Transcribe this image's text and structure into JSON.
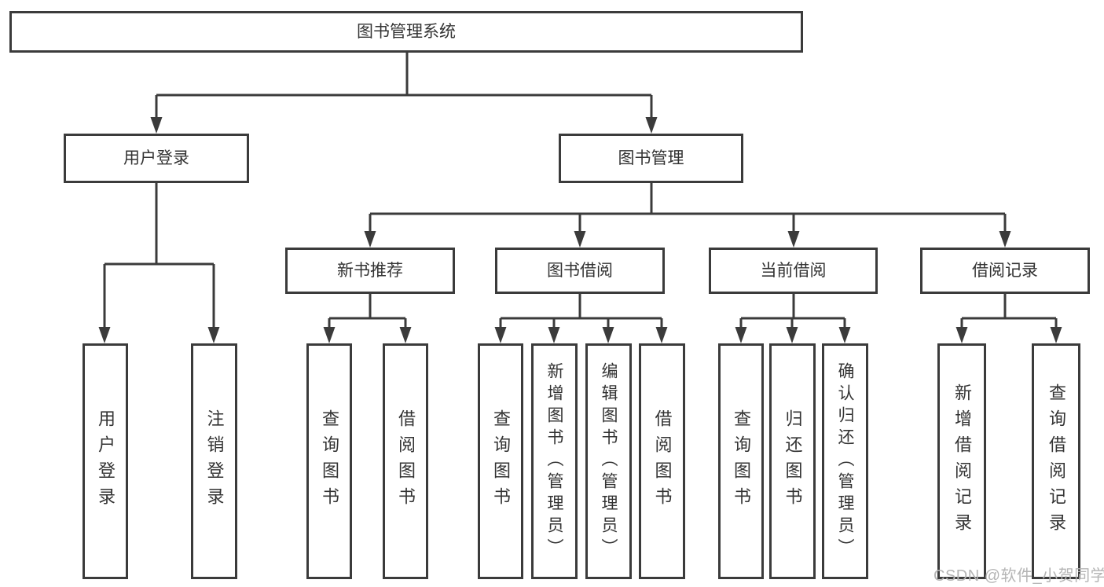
{
  "tree": {
    "root": {
      "label": "图书管理系统"
    },
    "level2": [
      {
        "label": "用户登录",
        "children": [
          {
            "label": "用户登录"
          },
          {
            "label": "注销登录"
          }
        ]
      },
      {
        "label": "图书管理",
        "children": [
          {
            "label": "新书推荐",
            "children": [
              {
                "label": "查询图书"
              },
              {
                "label": "借阅图书"
              }
            ]
          },
          {
            "label": "图书借阅",
            "children": [
              {
                "label": "查询图书"
              },
              {
                "label": "新增图书（管理员）"
              },
              {
                "label": "编辑图书（管理员）"
              },
              {
                "label": "借阅图书"
              }
            ]
          },
          {
            "label": "当前借阅",
            "children": [
              {
                "label": "查询图书"
              },
              {
                "label": "归还图书"
              },
              {
                "label": "确认归还（管理员）"
              }
            ]
          },
          {
            "label": "借阅记录",
            "children": [
              {
                "label": "新增借阅记录"
              },
              {
                "label": "查询借阅记录"
              }
            ]
          }
        ]
      }
    ]
  },
  "watermark": "CSDN @软件_小贺同学",
  "colors": {
    "line": "#3b3b3b",
    "text": "#333333",
    "background": "#ffffff",
    "watermark": "#b5b5b5"
  }
}
